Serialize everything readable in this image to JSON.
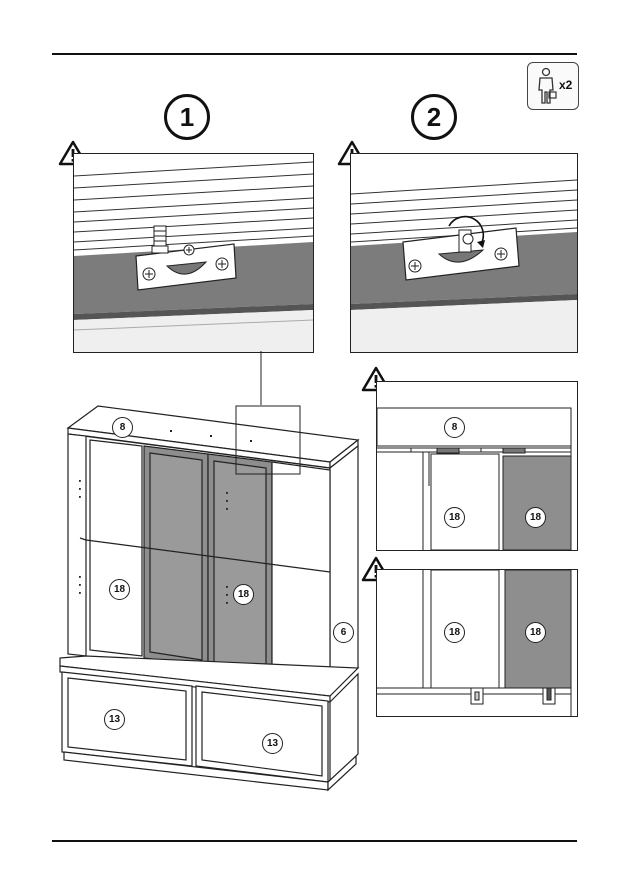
{
  "persons_badge": {
    "icon": "two-person-icon",
    "label": "x2"
  },
  "steps": [
    {
      "label": "1"
    },
    {
      "label": "2"
    }
  ],
  "parts": {
    "top_panel": "8",
    "glass_door": "18",
    "side_panel": "6",
    "lower_door": "13"
  },
  "colors": {
    "line": "#222222",
    "gray_glass": "#8e8e8e",
    "shadow": "#777777",
    "light": "#e6e6e6"
  }
}
